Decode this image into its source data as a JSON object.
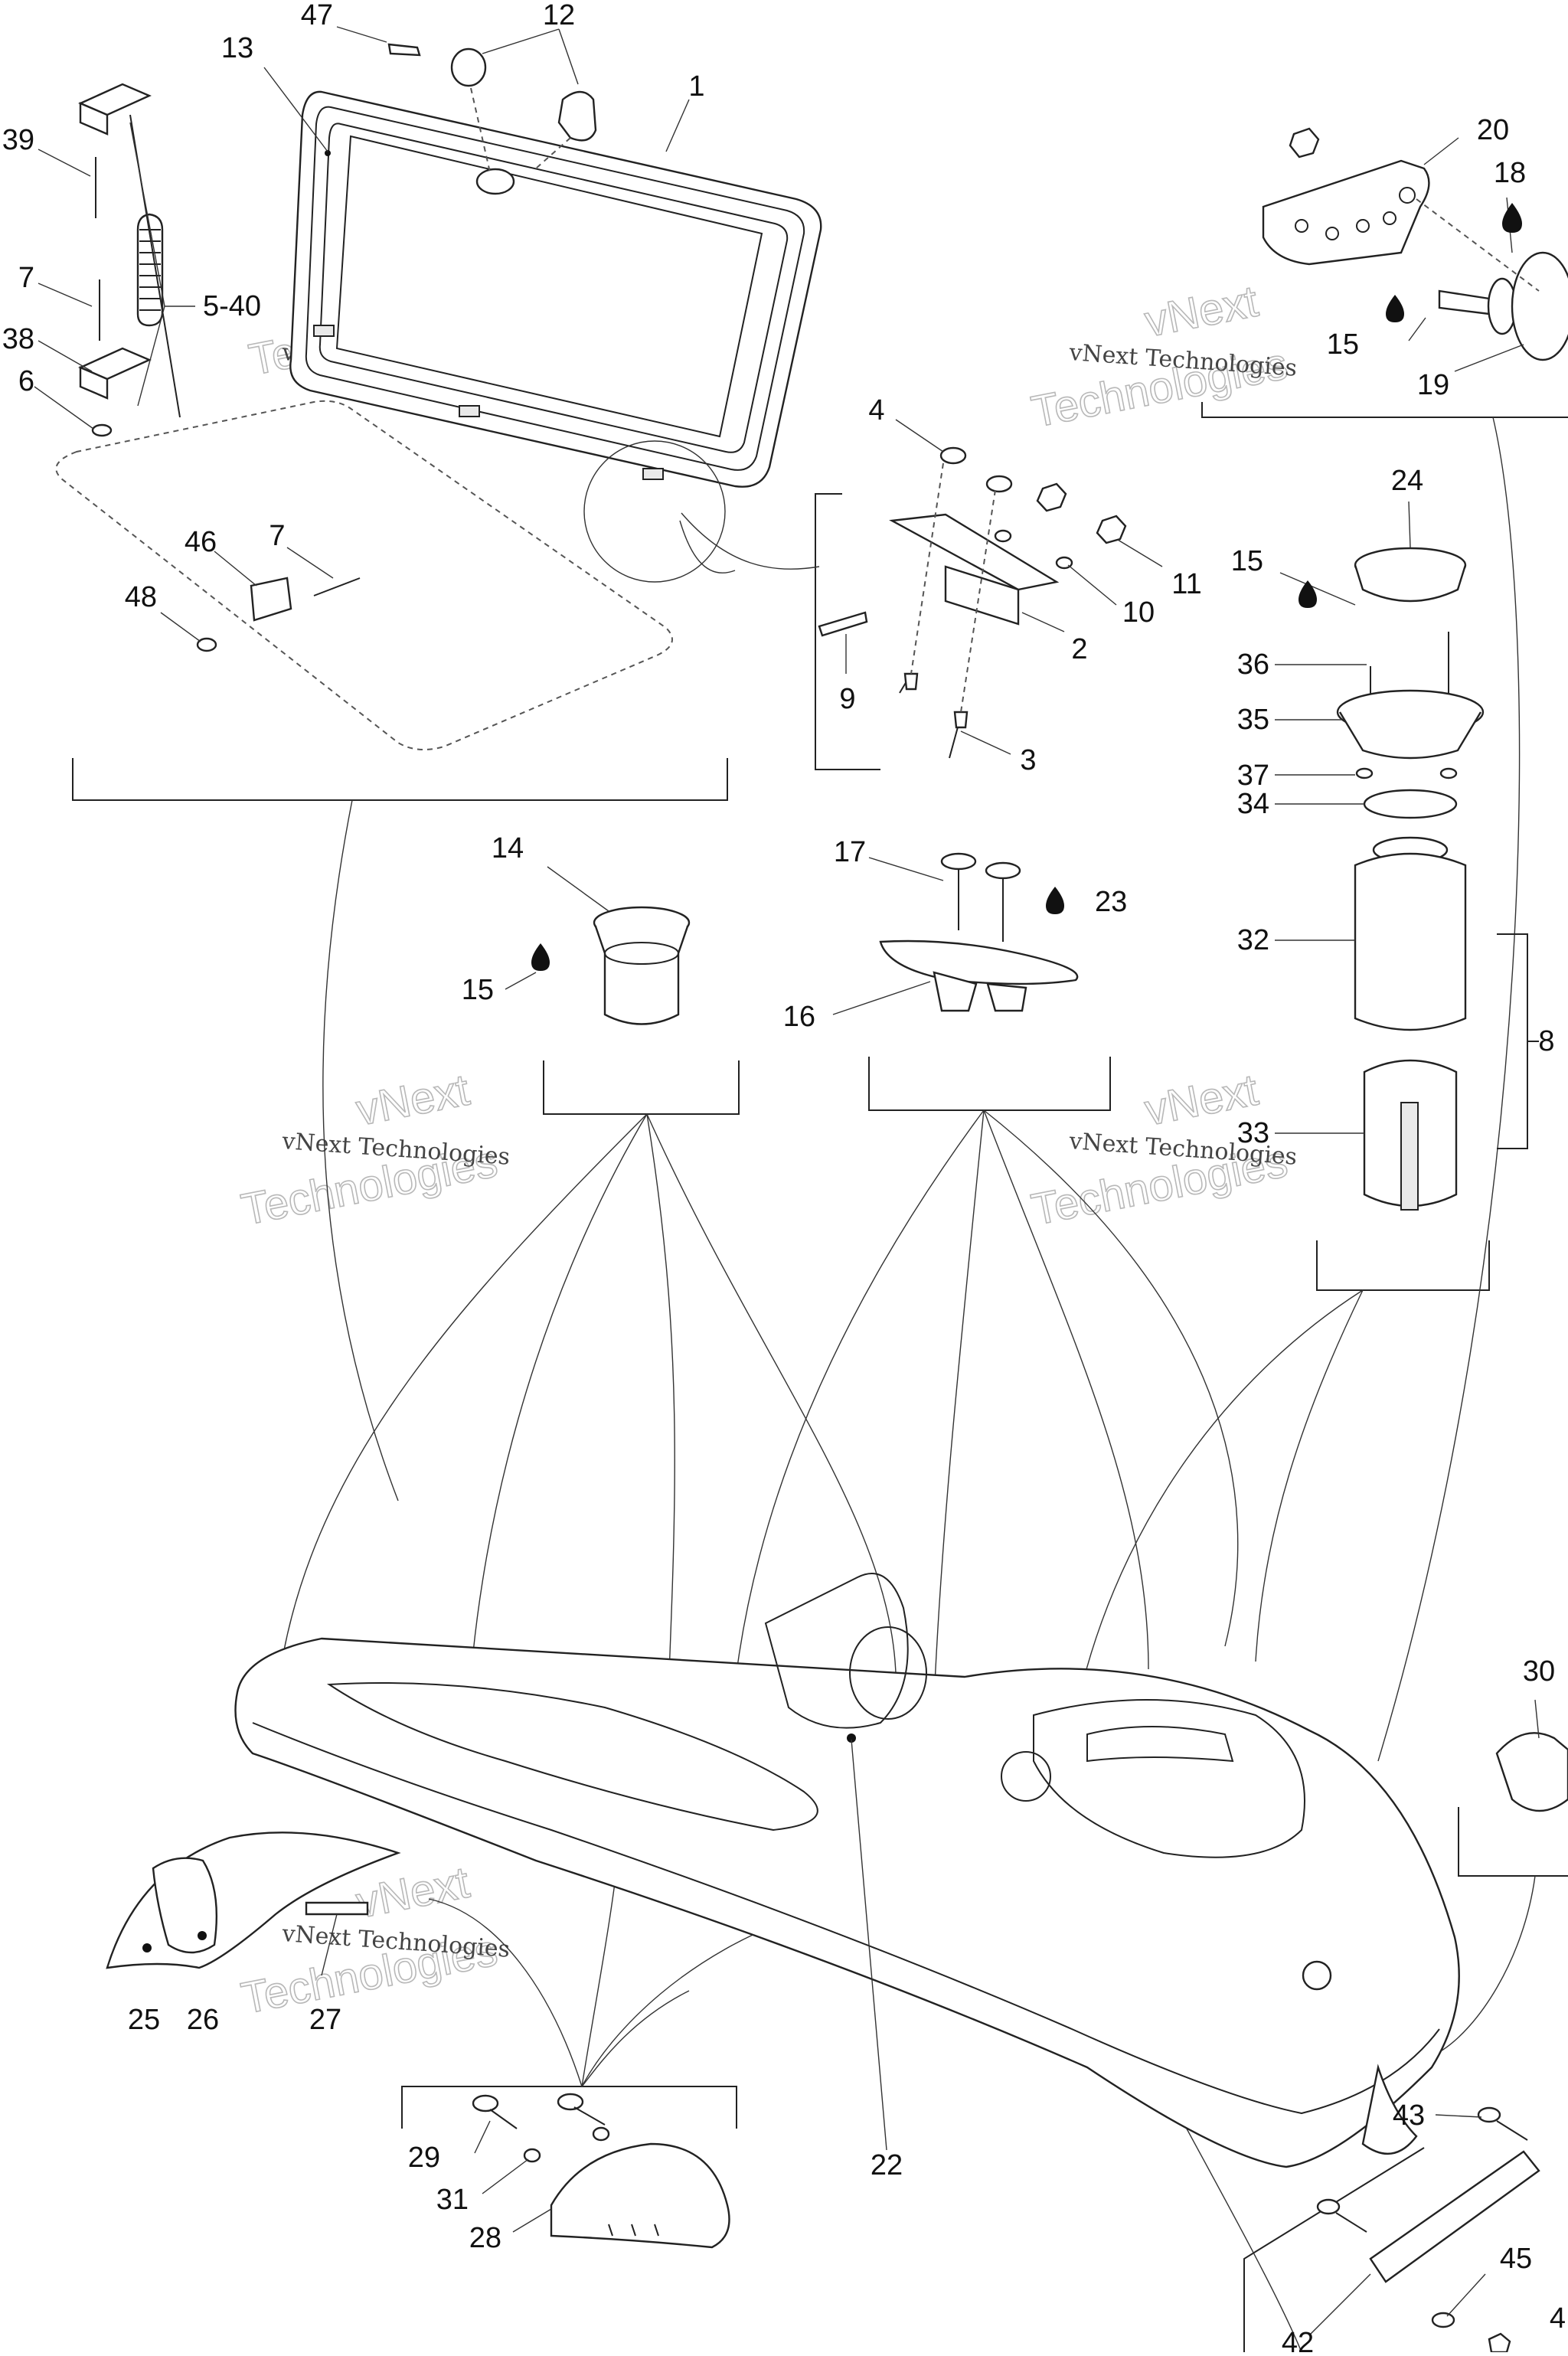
{
  "watermark": {
    "line1": "vNext Technologies",
    "line2": "Technologies",
    "badge": "vNext"
  },
  "callouts": [
    {
      "id": "47",
      "text": "47"
    },
    {
      "id": "12",
      "text": "12"
    },
    {
      "id": "13",
      "text": "13"
    },
    {
      "id": "1",
      "text": "1"
    },
    {
      "id": "39",
      "text": "39"
    },
    {
      "id": "7a",
      "text": "7"
    },
    {
      "id": "5-40",
      "text": "5-40"
    },
    {
      "id": "38",
      "text": "38"
    },
    {
      "id": "6",
      "text": "6"
    },
    {
      "id": "46",
      "text": "46"
    },
    {
      "id": "7b",
      "text": "7"
    },
    {
      "id": "48",
      "text": "48"
    },
    {
      "id": "20",
      "text": "20"
    },
    {
      "id": "18",
      "text": "18"
    },
    {
      "id": "15a",
      "text": "15"
    },
    {
      "id": "19",
      "text": "19"
    },
    {
      "id": "4",
      "text": "4"
    },
    {
      "id": "11",
      "text": "11"
    },
    {
      "id": "10",
      "text": "10"
    },
    {
      "id": "2",
      "text": "2"
    },
    {
      "id": "9",
      "text": "9"
    },
    {
      "id": "3",
      "text": "3"
    },
    {
      "id": "24",
      "text": "24"
    },
    {
      "id": "15b",
      "text": "15"
    },
    {
      "id": "36",
      "text": "36"
    },
    {
      "id": "35",
      "text": "35"
    },
    {
      "id": "37",
      "text": "37"
    },
    {
      "id": "34",
      "text": "34"
    },
    {
      "id": "32",
      "text": "32"
    },
    {
      "id": "8",
      "text": "8"
    },
    {
      "id": "33",
      "text": "33"
    },
    {
      "id": "14",
      "text": "14"
    },
    {
      "id": "15c",
      "text": "15"
    },
    {
      "id": "17",
      "text": "17"
    },
    {
      "id": "23",
      "text": "23"
    },
    {
      "id": "16",
      "text": "16"
    },
    {
      "id": "30",
      "text": "30"
    },
    {
      "id": "25",
      "text": "25"
    },
    {
      "id": "26",
      "text": "26"
    },
    {
      "id": "27",
      "text": "27"
    },
    {
      "id": "29",
      "text": "29"
    },
    {
      "id": "31",
      "text": "31"
    },
    {
      "id": "28",
      "text": "28"
    },
    {
      "id": "22",
      "text": "22"
    },
    {
      "id": "43",
      "text": "43"
    },
    {
      "id": "45",
      "text": "45"
    },
    {
      "id": "42",
      "text": "42"
    },
    {
      "id": "44",
      "text": "4"
    }
  ]
}
